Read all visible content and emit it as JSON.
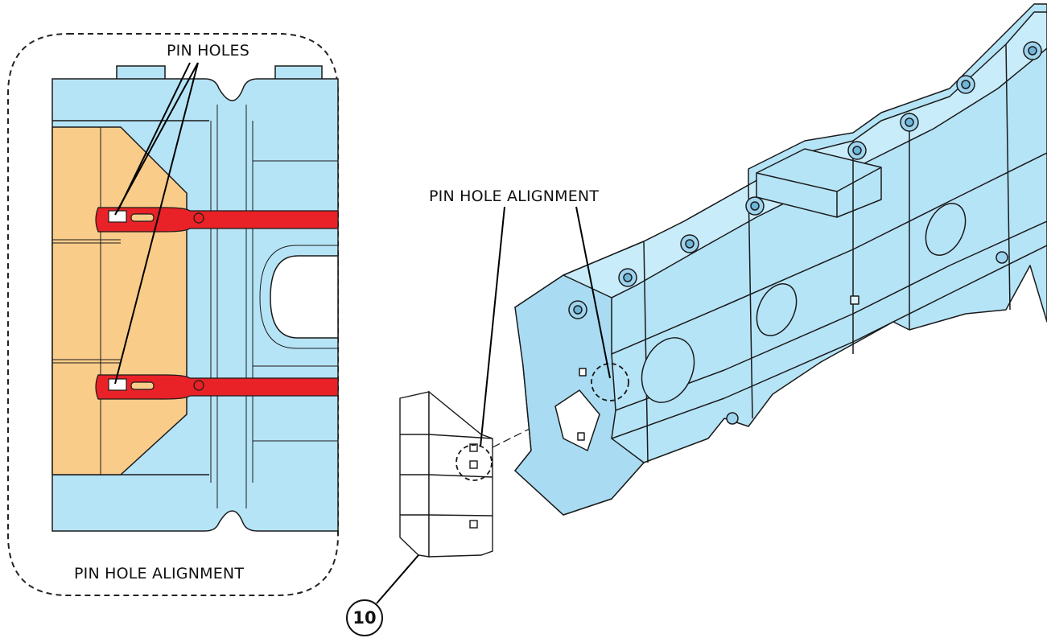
{
  "labels": {
    "pin_holes": "PIN HOLES",
    "inset_caption": "PIN HOLE ALIGNMENT",
    "main_alignment": "PIN HOLE ALIGNMENT"
  },
  "callout": {
    "number": "10"
  },
  "colors": {
    "barrier_blue": "#b6e4f7",
    "barrier_blue_dark": "#8fcbe6",
    "panel_orange": "#f9cc8a",
    "strap_red": "#e82227",
    "outline": "#1a1a1a"
  }
}
